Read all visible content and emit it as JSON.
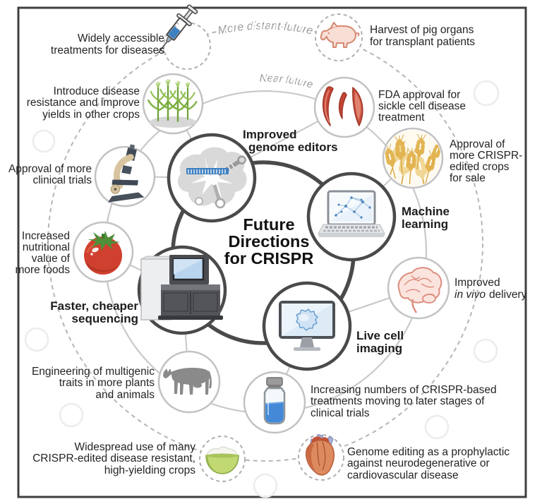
{
  "title": {
    "lines": [
      "Future",
      "Directions",
      "for CRISPR"
    ]
  },
  "rings": {
    "outer_label": "More distant future",
    "near_label": "Near future"
  },
  "hubs": {
    "genome_editors": {
      "icon": "genome-editor-icon",
      "lines": [
        "Improved",
        "genome editors"
      ]
    },
    "machine_learning": {
      "icon": "laptop-network-icon",
      "lines": [
        "Machine",
        "learning"
      ]
    },
    "sequencing": {
      "icon": "sequencer-machine-icon",
      "lines": [
        "Faster, cheaper",
        "sequencing"
      ]
    },
    "live_cell": {
      "icon": "monitor-cell-icon",
      "lines": [
        "Live cell",
        "imaging"
      ]
    }
  },
  "near_future": {
    "crop_resistance": {
      "icon": "corn-crop-icon",
      "lines": [
        "Introduce disease",
        "resistance and improve",
        "yields in other crops"
      ]
    },
    "sickle_cell": {
      "icon": "sickle-cells-icon",
      "lines": [
        "FDA approval for",
        "sickle cell disease",
        "treatment"
      ]
    },
    "crops_sale": {
      "icon": "wheat-icon",
      "lines": [
        "Approval of",
        "more CRISPR-",
        "edited crops",
        "for sale"
      ]
    },
    "clinical_trials": {
      "icon": "microscope-icon",
      "lines": [
        "Approval of more",
        "clinical trials"
      ]
    },
    "nutrition": {
      "icon": "tomato-icon",
      "lines": [
        "Increased",
        "nutritional",
        "value of",
        "more foods"
      ]
    },
    "in_vivo_delivery": {
      "icon": "brain-icon",
      "line1": "Improved",
      "italic": "in vivo",
      "rest": "delivery"
    },
    "multigenic": {
      "icon": "cow-icon",
      "lines": [
        "Engineering of multigenic",
        "traits in more plants",
        "and animals"
      ]
    },
    "later_stages": {
      "icon": "vial-icon",
      "lines": [
        "Increasing numbers of CRISPR-based",
        "treatments moving to later stages of",
        "clinical trials"
      ]
    }
  },
  "distant_future": {
    "treatments": {
      "icon": "syringe-icon",
      "lines": [
        "Widely accessible",
        "treatments for diseases"
      ]
    },
    "pig_organs": {
      "icon": "pig-icon",
      "lines": [
        "Harvest of pig organs",
        "for transplant patients"
      ]
    },
    "widespread_crops": {
      "icon": "rice-bowl-icon",
      "lines": [
        "Widespread use of many",
        "CRISPR-edited disease resistant,",
        "high-yielding crops"
      ]
    },
    "prophylactic": {
      "icon": "heart-icon",
      "lines": [
        "Genome editing as a prophylactic",
        "against neurodegenerative or",
        "cardiovascular disease"
      ]
    }
  },
  "colors": {
    "frame": "#3f3f3f",
    "hub_ring": "#4a4a4a",
    "near_ring": "#c9c9c9",
    "outer_ring": "#b6b6b6",
    "item_circle": "#c2c2c2",
    "text": "#242424",
    "muted_label": "#9b9b9b",
    "blue": "#3d7fc1",
    "green": "#7fb243",
    "red": "#c44536",
    "wheat_gold": "#e3b452",
    "pig_pink": "#d4886f",
    "gray_icon": "#8a8a8a"
  }
}
